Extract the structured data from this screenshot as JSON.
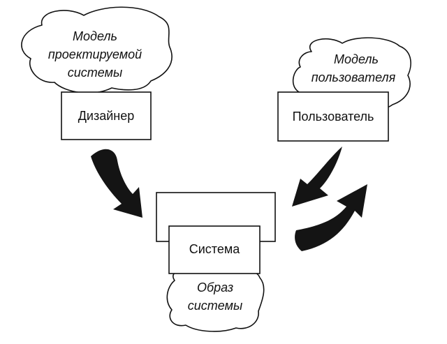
{
  "designer_model": {
    "lines": [
      "Модель",
      "проектируемой",
      "системы"
    ]
  },
  "designer_box": {
    "label": "Дизайнер"
  },
  "user_model": {
    "lines": [
      "Модель",
      "пользователя"
    ]
  },
  "user_box": {
    "label": "Пользователь"
  },
  "system_box": {
    "label": "Система"
  },
  "system_image": {
    "lines": [
      "Образ",
      "системы"
    ]
  },
  "colors": {
    "stroke": "#111111",
    "arrow_fill": "#141414",
    "background": "#ffffff"
  }
}
